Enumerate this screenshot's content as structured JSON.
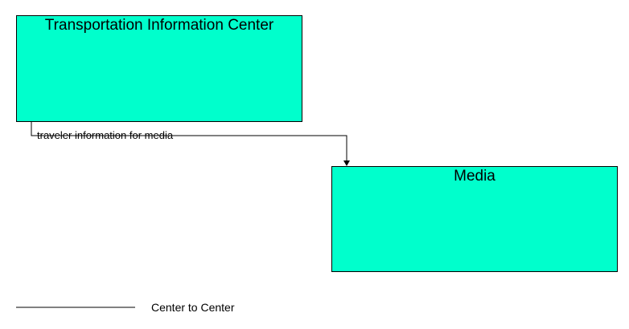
{
  "nodes": {
    "tic": {
      "label": "Transportation Information Center"
    },
    "media": {
      "label": "Media"
    }
  },
  "flows": [
    {
      "label": "traveler information for media",
      "from": "Transportation Information Center",
      "to": "Media"
    }
  ],
  "legend": {
    "label": "Center to Center"
  },
  "colors": {
    "node_fill": "#00ffcc",
    "line": "#000000",
    "background": "#ffffff"
  }
}
